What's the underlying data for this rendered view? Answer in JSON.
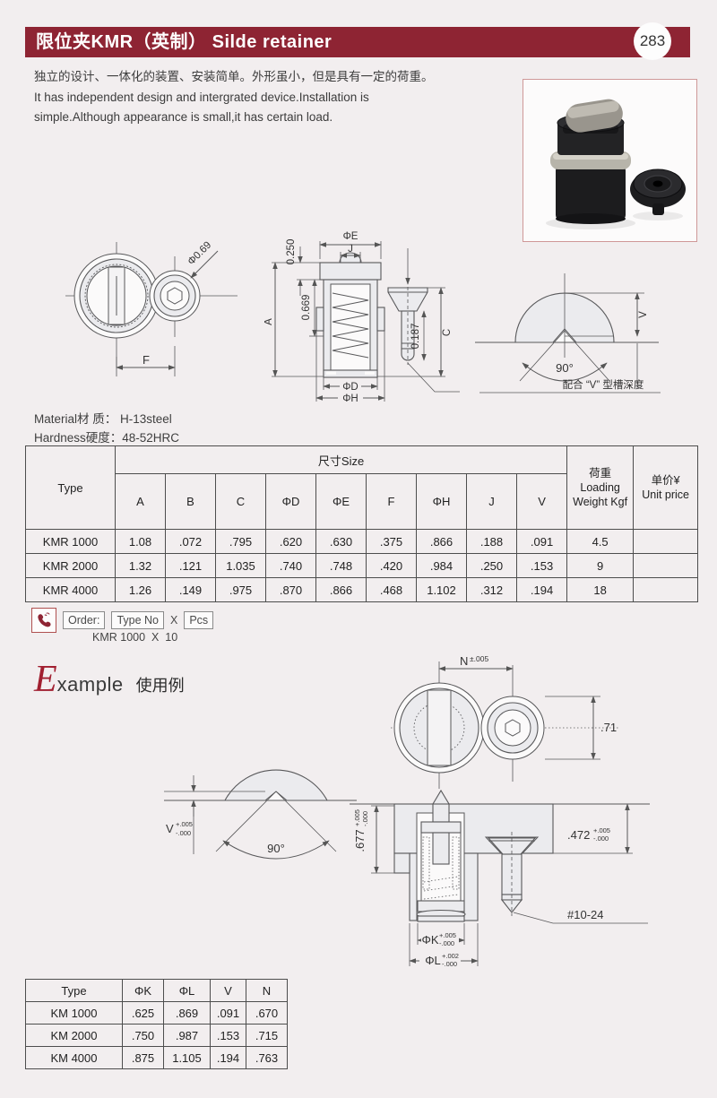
{
  "page": {
    "number": "283"
  },
  "colors": {
    "accent": "#8e2433",
    "page_bg": "#f2eeef",
    "drawing_fill": "#ebebee"
  },
  "header": {
    "title": "限位夹KMR（英制） Silde retainer"
  },
  "intro": {
    "zh": "独立的设计、一体化的装置、安装简单。外形虽小，但是具有一定的荷重。",
    "en1": "It has independent design and intergrated device.Installation is",
    "en2": "simple.Although appearance is small,it has certain load."
  },
  "specs": {
    "material": "Material材 质：  H-13steel",
    "hardness": "Hardness硬度：48-52HRC"
  },
  "drawing_top_view": {
    "dia": "Φ0.69",
    "f": "F"
  },
  "drawing_section": {
    "d250": "0.250",
    "phiE": "ΦE",
    "j": "J",
    "a": "A",
    "d669": "0.669",
    "d187": "0.187",
    "c": "C",
    "phiD": "ΦD",
    "phiH": "ΦH"
  },
  "drawing_vgroove": {
    "v": "V",
    "angle": "90°",
    "note": "配合 “V” 型槽深度"
  },
  "size_table": {
    "type_header": "Type",
    "size_header": "尺寸Size",
    "dims": [
      "A",
      "B",
      "C",
      "ΦD",
      "ΦE",
      "F",
      "ΦH",
      "J",
      "V"
    ],
    "loading": {
      "zh": "荷重",
      "en1": "Loading",
      "en2": "Weight Kgf"
    },
    "price": {
      "zh": "单价¥",
      "en": "Unit price"
    },
    "rows": [
      {
        "type": "KMR 1000",
        "values": [
          "1.08",
          ".072",
          ".795",
          ".620",
          ".630",
          ".375",
          ".866",
          ".188",
          ".091"
        ],
        "loading": "4.5",
        "price": ""
      },
      {
        "type": "KMR 2000",
        "values": [
          "1.32",
          ".121",
          "1.035",
          ".740",
          ".748",
          ".420",
          ".984",
          ".250",
          ".153"
        ],
        "loading": "9",
        "price": ""
      },
      {
        "type": "KMR 4000",
        "values": [
          "1.26",
          ".149",
          ".975",
          ".870",
          ".866",
          ".468",
          "1.102",
          ".312",
          ".194"
        ],
        "loading": "18",
        "price": ""
      }
    ]
  },
  "order": {
    "label": "Order:",
    "type_no": "Type No",
    "times": "X",
    "pcs": "Pcs",
    "sample": "KMR 1000  X  10"
  },
  "example": {
    "initial": "E",
    "rest": "xample",
    "zh": "使用例"
  },
  "ex_top": {
    "n": "N",
    "n_tol": "±.005",
    "h": ".71"
  },
  "ex_v": {
    "v": "V",
    "tp": "+.005",
    "tm": "-.000",
    "angle": "90°"
  },
  "ex_sec": {
    "depth": ".677",
    "depth_tp": "+.005",
    "depth_tm": "-.000",
    "seat": ".472",
    "seat_tp": "+.005",
    "seat_tm": "-.000",
    "thread": "#10-24",
    "phiK": "ΦK",
    "k_tp": "+.005",
    "k_tm": "-.000",
    "phiL": "ΦL",
    "l_tp": "+.002",
    "l_tm": "-.000"
  },
  "km_table": {
    "headers": [
      "Type",
      "ΦK",
      "ΦL",
      "V",
      "N"
    ],
    "rows": [
      {
        "type": "KM 1000",
        "values": [
          ".625",
          ".869",
          ".091",
          ".670"
        ]
      },
      {
        "type": "KM 2000",
        "values": [
          ".750",
          ".987",
          ".153",
          ".715"
        ]
      },
      {
        "type": "KM 4000",
        "values": [
          ".875",
          "1.105",
          ".194",
          ".763"
        ]
      }
    ]
  }
}
